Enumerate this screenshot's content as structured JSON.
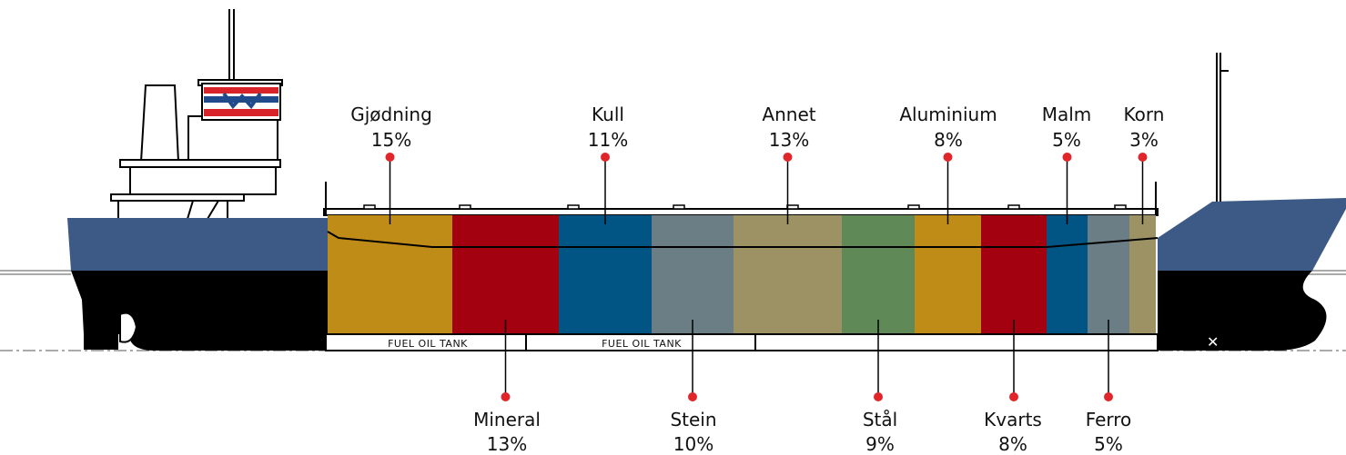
{
  "cargo": {
    "top": [
      {
        "name": "Gjødning",
        "pct": "15%",
        "color": "#c08c18"
      },
      {
        "name": "Kull",
        "pct": "11%",
        "color": "#005585"
      },
      {
        "name": "Annet",
        "pct": "13%",
        "color": "#9c9264"
      },
      {
        "name": "Aluminium",
        "pct": "8%",
        "color": "#c08c18"
      },
      {
        "name": "Malm",
        "pct": "5%",
        "color": "#005585"
      },
      {
        "name": "Korn",
        "pct": "3%",
        "color": "#9c9264"
      }
    ],
    "bottom": [
      {
        "name": "Mineral",
        "pct": "13%",
        "color": "#a30010"
      },
      {
        "name": "Stein",
        "pct": "10%",
        "color": "#6b7e85"
      },
      {
        "name": "Stål",
        "pct": "9%",
        "color": "#5f8a58"
      },
      {
        "name": "Kvarts",
        "pct": "8%",
        "color": "#a30010"
      },
      {
        "name": "Ferro",
        "pct": "5%",
        "color": "#6b7e85"
      }
    ]
  },
  "tanks": {
    "left": "FUEL  OIL  TANK",
    "right": "FUEL  OIL  TANK"
  },
  "colors": {
    "hull_upper": "#3c5a85",
    "hull_lower": "#000000",
    "dot": "#e0262b",
    "funnel_red": "#d8232a",
    "funnel_blue": "#1f4b8c"
  }
}
